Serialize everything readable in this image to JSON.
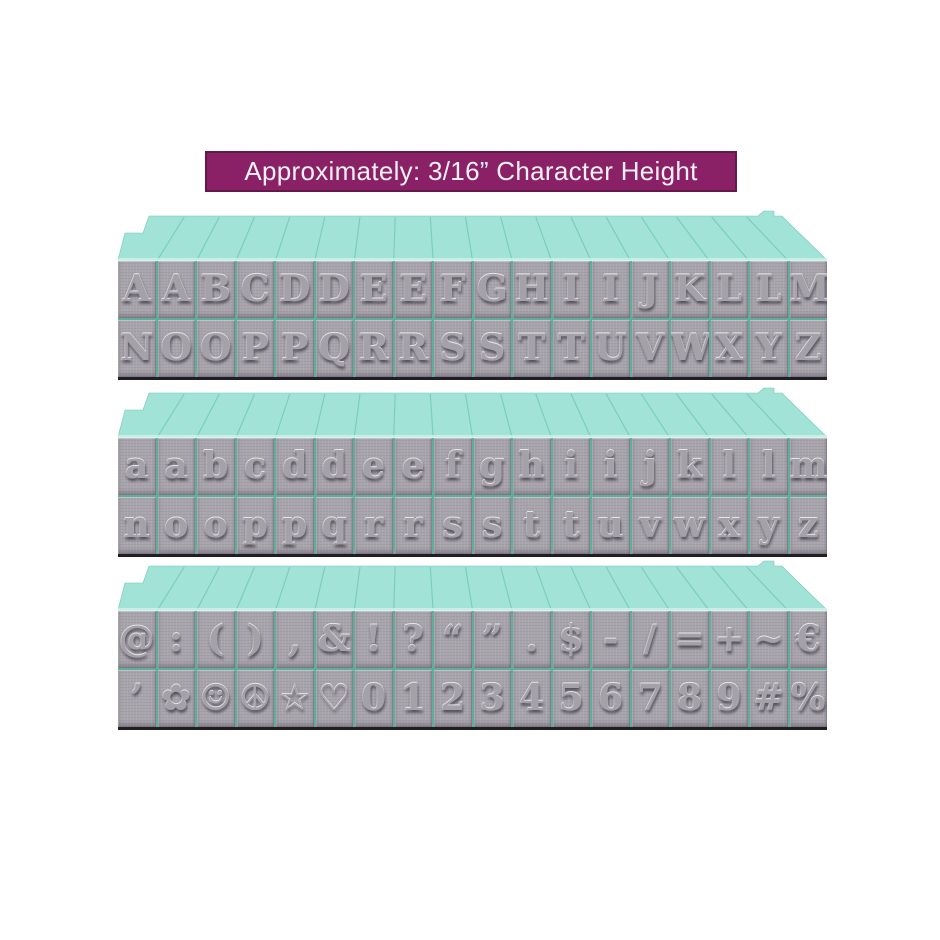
{
  "banner": {
    "text": "Approximately: 3/16” Character Height"
  },
  "colors": {
    "banner_bg": "#8a2065",
    "banner_border": "#641749",
    "banner_text": "#f7f1f5",
    "top_fill": "#a1e3d6",
    "top_line": "#6fc8b8",
    "top_edge": "#d8f4ee",
    "tile_bg": "#a8a4ab",
    "tile_gap": "#5cae9d",
    "glyph": "#a5a1a9",
    "block_shadow": "#201e23"
  },
  "blocks": [
    {
      "id": "uppercase-stamps",
      "rows": [
        [
          "A",
          "A",
          "B",
          "C",
          "D",
          "D",
          "E",
          "E",
          "F",
          "G",
          "H",
          "I",
          "I",
          "J",
          "K",
          "L",
          "L",
          "M"
        ],
        [
          "N",
          "O",
          "O",
          "P",
          "P",
          "Q",
          "R",
          "R",
          "S",
          "S",
          "T",
          "T",
          "U",
          "V",
          "W",
          "X",
          "Y",
          "Z"
        ]
      ]
    },
    {
      "id": "lowercase-stamps",
      "rows": [
        [
          "a",
          "a",
          "b",
          "c",
          "d",
          "d",
          "e",
          "e",
          "f",
          "g",
          "h",
          "i",
          "i",
          "j",
          "k",
          "l",
          "l",
          "m"
        ],
        [
          "n",
          "o",
          "o",
          "p",
          "p",
          "q",
          "r",
          "r",
          "s",
          "s",
          "t",
          "t",
          "u",
          "v",
          "w",
          "x",
          "y",
          "z"
        ]
      ]
    },
    {
      "id": "symbols-numbers-stamps",
      "rows": [
        [
          "@",
          ":",
          "(",
          ")",
          ",",
          "&",
          "!",
          "?",
          "“",
          "”",
          ".",
          "$",
          "-",
          "/",
          "=",
          "+",
          "~",
          "€"
        ],
        [
          "’",
          "✿",
          "☺",
          "☮",
          "☆",
          "♡",
          "0",
          "1",
          "2",
          "3",
          "4",
          "5",
          "6",
          "7",
          "8",
          "9",
          "#",
          "%"
        ]
      ]
    }
  ],
  "symbol_icon_names": {
    "✿": "flower-icon",
    "☺": "smiley-icon",
    "☮": "peace-icon",
    "☆": "star-icon",
    "♡": "heart-icon"
  }
}
